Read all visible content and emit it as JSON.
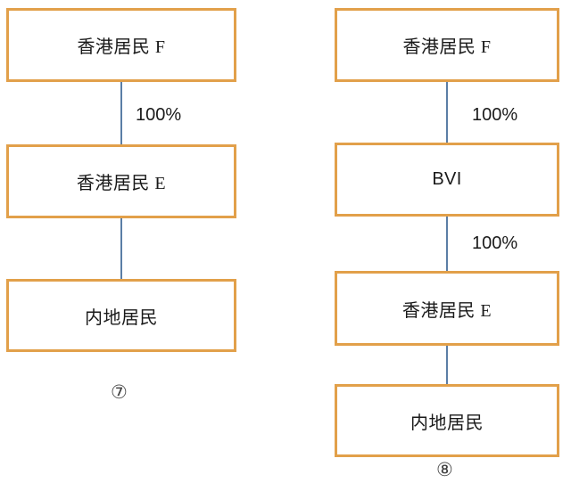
{
  "diagram": {
    "background_color": "#ffffff",
    "box_border_color": "#e2a04a",
    "connector_color": "#5b7ea6",
    "text_color": "#1a1a1a",
    "columns": [
      {
        "id": "diagram-7",
        "figure_label": "⑦",
        "nodes": [
          {
            "label": "香港居民 F"
          },
          {
            "label": "香港居民 E"
          },
          {
            "label": "内地居民"
          }
        ],
        "edges": [
          {
            "label": "100%"
          },
          {
            "label": ""
          }
        ]
      },
      {
        "id": "diagram-8",
        "figure_label": "⑧",
        "nodes": [
          {
            "label": "香港居民 F"
          },
          {
            "label": "BVI"
          },
          {
            "label": "香港居民 E"
          },
          {
            "label": "内地居民"
          }
        ],
        "edges": [
          {
            "label": "100%"
          },
          {
            "label": "100%"
          },
          {
            "label": ""
          }
        ]
      }
    ]
  }
}
